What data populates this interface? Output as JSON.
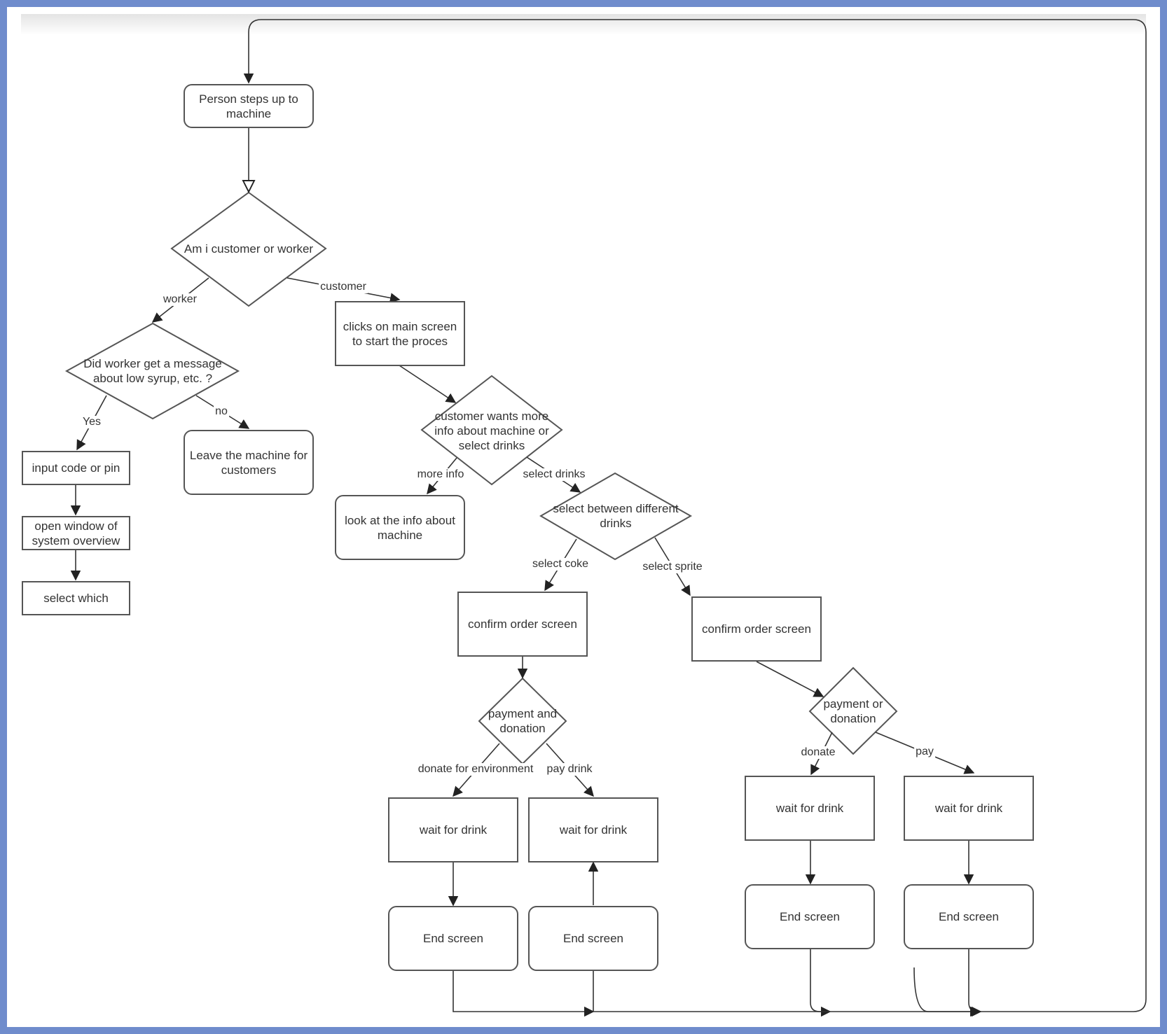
{
  "nodes": {
    "start": "Person steps up to machine",
    "role_decision": "Am i customer or worker",
    "worker_msg_decision": "Did worker get a message about low syrup, etc. ?",
    "input_code": "input code or pin",
    "open_overview": "open window of system overview",
    "select_which": "select which",
    "leave_machine": "Leave the machine for customers",
    "clicks_main": "clicks on main screen to start the proces",
    "info_or_drinks_decision": "customer wants more info about machine or select drinks",
    "look_info": "look at the info about machine",
    "select_drinks_decision": "select between different drinks",
    "confirm_coke": "confirm order screen",
    "confirm_sprite": "confirm order screen",
    "payment_donation_coke": "payment and donation",
    "payment_donation_sprite": "payment or donation",
    "wait_1": "wait for drink",
    "wait_2": "wait for drink",
    "wait_3": "wait for drink",
    "wait_4": "wait for drink",
    "end_1": "End screen",
    "end_2": "End screen",
    "end_3": "End screen",
    "end_4": "End screen"
  },
  "edge_labels": {
    "worker": "worker",
    "customer": "customer",
    "yes": "Yes",
    "no": "no",
    "more_info": "more info",
    "select_drinks": "select drinks",
    "select_coke": "select coke",
    "select_sprite": "select sprite",
    "donate_env": "donate for environment",
    "pay_drink": "pay drink",
    "donate": "donate",
    "pay": "pay"
  }
}
